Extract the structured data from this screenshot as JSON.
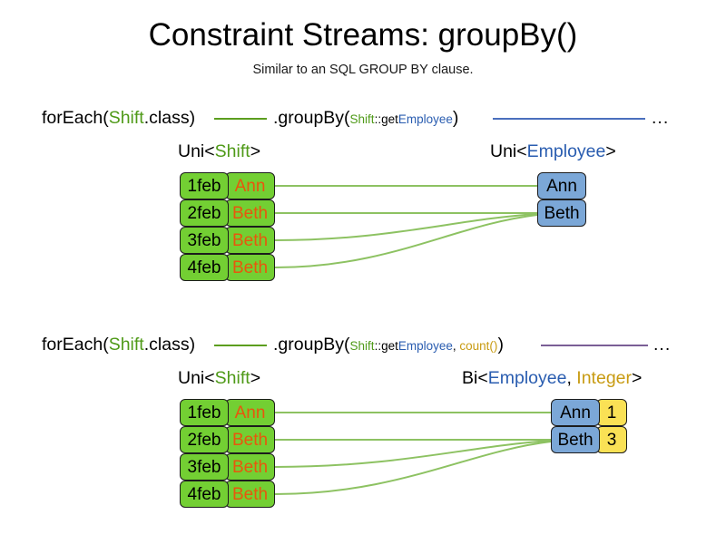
{
  "header": {
    "title": "Constraint Streams: groupBy()",
    "subtitle": "Similar to an SQL GROUP BY clause."
  },
  "colors": {
    "shift_box_fill": "#73cf33",
    "shift_name_text": "#e8560d",
    "employee_box_fill": "#7ba7d7",
    "count_box_fill": "#fae155",
    "token_green": "#4f9a18",
    "token_blue": "#2a5db0",
    "token_gold": "#c89b12",
    "link_green": "#8dc262",
    "rule_green": "#5c9e1f",
    "rule_blue": "#4a6fbd",
    "rule_purple": "#7a5f96"
  },
  "sections": [
    {
      "id": "groupby-single",
      "code": {
        "for_each_prefix": "forEach(",
        "for_each_type": "Shift",
        "for_each_suffix": ".class)",
        "group_by_prefix": ".groupBy(",
        "mapper_type": "Shift",
        "mapper_sep": "::get",
        "mapper_target": "Employee",
        "group_by_suffix": ")",
        "ellipsis": "..."
      },
      "left_label": {
        "prefix": "Uni<",
        "type": "Shift",
        "suffix": ">"
      },
      "right_label": {
        "prefix": "Uni<",
        "type": "Employee",
        "suffix": ">"
      },
      "left_tuples": [
        {
          "date": "1feb",
          "name": "Ann"
        },
        {
          "date": "2feb",
          "name": "Beth"
        },
        {
          "date": "3feb",
          "name": "Beth"
        },
        {
          "date": "4feb",
          "name": "Beth"
        }
      ],
      "right_tuples": [
        {
          "employee": "Ann"
        },
        {
          "employee": "Beth"
        }
      ],
      "links": [
        {
          "from": 0,
          "to": 0
        },
        {
          "from": 1,
          "to": 1
        },
        {
          "from": 2,
          "to": 1
        },
        {
          "from": 3,
          "to": 1
        }
      ]
    },
    {
      "id": "groupby-count",
      "code": {
        "for_each_prefix": "forEach(",
        "for_each_type": "Shift",
        "for_each_suffix": ".class)",
        "group_by_prefix": ".groupBy(",
        "mapper_type": "Shift",
        "mapper_sep": "::get",
        "mapper_target": "Employee",
        "mapper_comma": ", ",
        "collector": "count()",
        "group_by_suffix": ")",
        "ellipsis": "..."
      },
      "left_label": {
        "prefix": "Uni<",
        "type": "Shift",
        "suffix": ">"
      },
      "right_label": {
        "prefix": "Bi<",
        "type": "Employee",
        "separator": ", ",
        "type2": "Integer",
        "suffix": ">"
      },
      "left_tuples": [
        {
          "date": "1feb",
          "name": "Ann"
        },
        {
          "date": "2feb",
          "name": "Beth"
        },
        {
          "date": "3feb",
          "name": "Beth"
        },
        {
          "date": "4feb",
          "name": "Beth"
        }
      ],
      "right_tuples": [
        {
          "employee": "Ann",
          "count": "1"
        },
        {
          "employee": "Beth",
          "count": "3"
        }
      ],
      "links": [
        {
          "from": 0,
          "to": 0
        },
        {
          "from": 1,
          "to": 1
        },
        {
          "from": 2,
          "to": 1
        },
        {
          "from": 3,
          "to": 1
        }
      ]
    }
  ]
}
